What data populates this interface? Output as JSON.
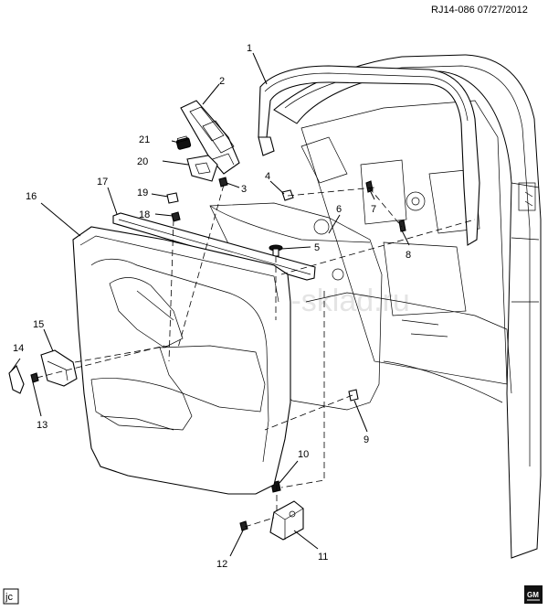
{
  "header": {
    "ref": "RJ14-086  07/27/2012"
  },
  "watermark": "www.gm-sklad.ru",
  "corner_tag": "jc",
  "logo_text": "GM",
  "callouts": [
    "1",
    "2",
    "3",
    "4",
    "5",
    "6",
    "7",
    "8",
    "9",
    "10",
    "11",
    "12",
    "13",
    "14",
    "15",
    "16",
    "17",
    "18",
    "19",
    "20",
    "21"
  ]
}
